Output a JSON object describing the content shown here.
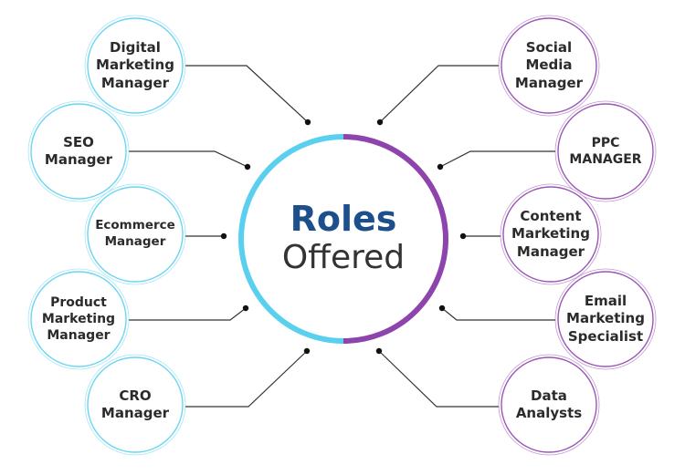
{
  "center": {
    "title": "Roles",
    "subtitle": "Offered"
  },
  "colors": {
    "left": "#5ad0ef",
    "right": "#8e44ad",
    "connector": "#333333",
    "text": "#2b2b2b",
    "title": "#1c4f8c"
  },
  "left_roles": [
    {
      "lines": [
        "Digital",
        "Marketing",
        "Manager"
      ]
    },
    {
      "lines": [
        "SEO",
        "Manager"
      ]
    },
    {
      "lines": [
        "Ecommerce",
        "Manager"
      ]
    },
    {
      "lines": [
        "Product",
        "Marketing",
        "Manager"
      ]
    },
    {
      "lines": [
        "CRO",
        "Manager"
      ]
    }
  ],
  "right_roles": [
    {
      "lines": [
        "Social",
        "Media",
        "Manager"
      ]
    },
    {
      "lines": [
        "PPC",
        "MANAGER"
      ]
    },
    {
      "lines": [
        "Content",
        "Marketing",
        "Manager"
      ]
    },
    {
      "lines": [
        "Email",
        "Marketing",
        "Specialist"
      ]
    },
    {
      "lines": [
        "Data",
        "Analysts"
      ]
    }
  ]
}
